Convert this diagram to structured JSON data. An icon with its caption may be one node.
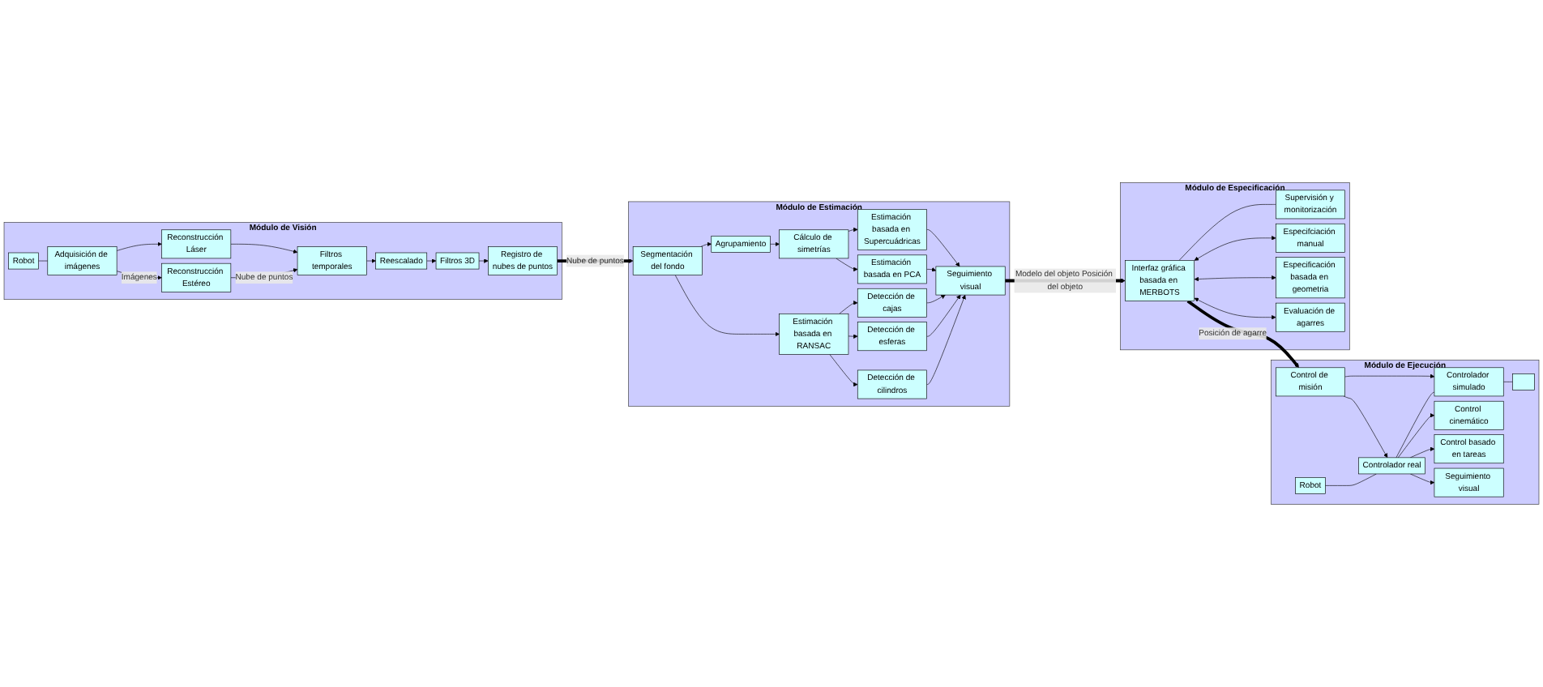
{
  "diagram": {
    "nodes": [
      {
        "text": [
          "Módulo de Visión"
        ]
      },
      {
        "text": [
          "Reconstrucción Estéreo"
        ],
        "in": 0
      },
      {
        "text": [
          "Reconstrucción Láser"
        ],
        "in": 0
      },
      {
        "text": [
          "Adquisición de imágenes"
        ],
        "in": 0
      },
      {
        "text": [
          "Robot"
        ],
        "in": 0
      },
      {
        "text": [
          "Filtros temporales"
        ],
        "in": 0
      },
      {
        "text": [
          "Reescalado"
        ],
        "in": 0
      },
      {
        "text": [
          "Filtros 3D"
        ],
        "in": 0
      },
      {
        "text": [
          "Registro de nubes de puntos"
        ],
        "in": 0
      },
      {
        "text": [
          "Módulo de Estimación"
        ]
      },
      {
        "text": [
          "Segmentación del fondo"
        ],
        "in": 9
      },
      {
        "text": [
          "Estimación basada en RANSAC"
        ],
        "in": 9
      },
      {
        "text": [
          "Detección de cilindros"
        ],
        "in": 9
      },
      {
        "text": [
          "Detección de esferas"
        ],
        "in": 9
      },
      {
        "text": [
          "Detección de cajas"
        ],
        "in": 9
      },
      {
        "text": [
          "Agrupamiento"
        ],
        "in": 9
      },
      {
        "text": [
          "Cálculo de simetrías"
        ],
        "in": 9
      },
      {
        "text": [
          "Estimación basada en PCA"
        ],
        "in": 9
      },
      {
        "text": [
          "Estimación basada en Supercuádricas"
        ],
        "in": 9
      },
      {
        "text": [
          "Seguimiento visual"
        ],
        "in": 9
      },
      {
        "text": [
          "Módulo de Ejecución"
        ]
      },
      {
        "text": [
          "Robot"
        ],
        "in": 20
      },
      {
        "text": [
          "Controlador real"
        ],
        "in": 20
      },
      {
        "text": [
          "Controlador simulado"
        ],
        "in": 20
      },
      {
        "text": [],
        "shape": "box",
        "in": 20
      },
      {
        "text": [
          "Control cinemático"
        ],
        "in": 20
      },
      {
        "text": [
          "Control basado en tareas"
        ],
        "in": 20
      },
      {
        "text": [
          "Seguimiento visual"
        ],
        "in": 20
      },
      {
        "text": [
          "Control de misión"
        ],
        "in": 20
      },
      {
        "text": [
          "Módulo de Especificación"
        ]
      },
      {
        "text": [
          "Interfaz gráfica basada en MERBOTS"
        ],
        "in": 29
      },
      {
        "text": [
          "Supervisión y monitorización"
        ],
        "in": 29
      },
      {
        "text": [
          "Especifciación manual"
        ],
        "in": 29
      },
      {
        "text": [
          "Especificación basada en geometria"
        ],
        "in": 29
      },
      {
        "text": [
          "Evaluación de agarres"
        ],
        "in": 29
      }
    ],
    "edges": [
      {
        "from": 3,
        "to": 1,
        "arrow": "to",
        "label": "Imágenes"
      },
      {
        "from": 3,
        "to": 2,
        "arrow": "to"
      },
      {
        "from": 4,
        "to": 3,
        "arrow": "none"
      },
      {
        "from": 1,
        "to": 5,
        "arrow": "to",
        "label": "Nube de puntos"
      },
      {
        "from": 2,
        "to": 5,
        "arrow": "to"
      },
      {
        "from": 5,
        "to": 6,
        "arrow": "to"
      },
      {
        "from": 6,
        "to": 7,
        "arrow": "to"
      },
      {
        "from": 7,
        "to": 8,
        "arrow": "to"
      },
      {
        "from": 8,
        "to": 10,
        "arrow": "to",
        "label": "Nube de puntos",
        "style": "thick"
      },
      {
        "from": 10,
        "to": 11,
        "arrow": "to"
      },
      {
        "from": 10,
        "to": 15,
        "arrow": "to"
      },
      {
        "from": 11,
        "to": 12,
        "arrow": "to"
      },
      {
        "from": 11,
        "to": 13,
        "arrow": "to"
      },
      {
        "from": 11,
        "to": 14,
        "arrow": "to"
      },
      {
        "from": 15,
        "to": 16,
        "arrow": "to"
      },
      {
        "from": 16,
        "to": 17,
        "arrow": "to"
      },
      {
        "from": 16,
        "to": 18,
        "arrow": "to"
      },
      {
        "from": 12,
        "to": 19,
        "arrow": "to"
      },
      {
        "from": 13,
        "to": 19,
        "arrow": "to"
      },
      {
        "from": 14,
        "to": 19,
        "arrow": "to"
      },
      {
        "from": 17,
        "to": 19,
        "arrow": "to"
      },
      {
        "from": 18,
        "to": 19,
        "arrow": "to"
      },
      {
        "from": 19,
        "to": 30,
        "arrow": "to",
        "label": "Modelo del objeto Posición del objeto",
        "style": "thick"
      },
      {
        "from": 30,
        "to": 28,
        "arrow": "to",
        "label": "Posición de agarre",
        "style": "thick"
      },
      {
        "from": 30,
        "to": 31,
        "arrow": "none"
      },
      {
        "from": 30,
        "to": 32,
        "arrow": "both"
      },
      {
        "from": 30,
        "to": 33,
        "arrow": "both"
      },
      {
        "from": 30,
        "to": 34,
        "arrow": "both"
      },
      {
        "from": 21,
        "to": 22,
        "arrow": "none"
      },
      {
        "from": 22,
        "to": 23,
        "arrow": "none"
      },
      {
        "from": 23,
        "to": 24,
        "arrow": "none"
      },
      {
        "from": 22,
        "to": 25,
        "arrow": "to"
      },
      {
        "from": 22,
        "to": 26,
        "arrow": "to"
      },
      {
        "from": 22,
        "to": 27,
        "arrow": "to"
      },
      {
        "from": 28,
        "to": 22,
        "arrow": "to"
      },
      {
        "from": 28,
        "to": 23,
        "arrow": "to"
      }
    ]
  }
}
